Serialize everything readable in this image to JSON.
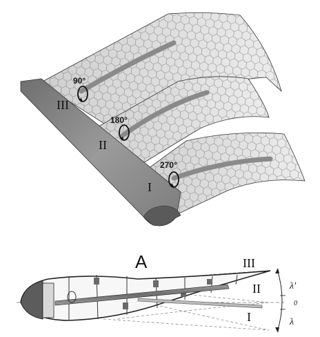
{
  "figure": {
    "top_view": {
      "sections": [
        {
          "roman": "III",
          "angle": "90°"
        },
        {
          "roman": "II",
          "angle": "180°"
        },
        {
          "roman": "I",
          "angle": "270°"
        }
      ]
    },
    "section_view": {
      "title": "A",
      "positions": [
        "III",
        "II",
        "I"
      ],
      "angles": {
        "upper": "λ'",
        "zero": "0",
        "lower": "λ"
      }
    }
  }
}
